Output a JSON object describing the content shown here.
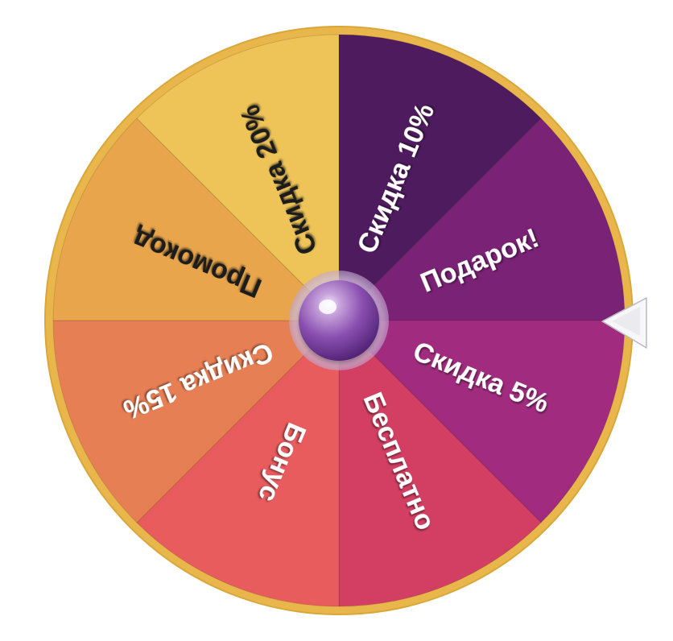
{
  "wheel": {
    "rim_color": "#E8B64A",
    "segments": [
      {
        "label": "Скидка 10%",
        "color": "#4F1B5F",
        "text_color": "#FFFFFF"
      },
      {
        "label": "Подарок!",
        "color": "#7A2276",
        "text_color": "#FFFFFF"
      },
      {
        "label": "Скидка 5%",
        "color": "#A12C7F",
        "text_color": "#FFFFFF"
      },
      {
        "label": "Бесплатно",
        "color": "#D23F62",
        "text_color": "#FFFFFF"
      },
      {
        "label": "Бонус",
        "color": "#E85C5E",
        "text_color": "#FFFFFF"
      },
      {
        "label": "Скидка 15%",
        "color": "#E77F55",
        "text_color": "#FFFFFF"
      },
      {
        "label": "Промокод",
        "color": "#E8A54C",
        "text_color": "#1A1A1A"
      },
      {
        "label": "Скидка 20%",
        "color": "#EEC358",
        "text_color": "#1A1A1A"
      }
    ],
    "hub_icon": "purple-orb-icon",
    "pointer_icon": "triangle-pointer-icon"
  }
}
